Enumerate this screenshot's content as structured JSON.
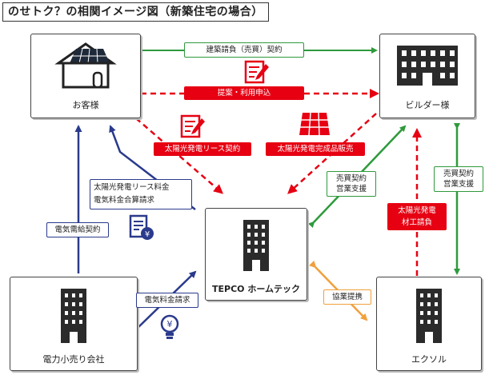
{
  "title": "のせトク？の相関イメージ図（新築住宅の場合）",
  "nodes": {
    "customer": "お客様",
    "builder": "ビルダー様",
    "tepco": "TEPCO ホームテック",
    "retailer": "電力小売り会社",
    "ekusoru": "エクソル"
  },
  "labels": {
    "construction_contract": "建築請負（売買）契約",
    "proposal": "提案・利用申込",
    "lease_contract": "太陽光発電リース契約",
    "finished_sales": "太陽光発電完成品販売",
    "lease_fee_line1": "太陽光発電リース料金",
    "lease_fee_line2": "電気料金合算請求",
    "power_supply": "電気需給契約",
    "sales_support_line1": "売買契約",
    "sales_support_line2": "営業支援",
    "material_line1": "太陽光発電",
    "material_line2": "材工請負",
    "sales_support2_line1": "売買契約",
    "sales_support2_line2": "営業支援",
    "electricity_bill": "電気料金請求",
    "cooperation": "協業提携"
  },
  "icons": {
    "house": "house-solar-icon",
    "building": "office-building-icon",
    "document_pen": "contract-pen-icon",
    "solar_panel": "solar-panel-icon",
    "invoice_yen": "invoice-yen-icon",
    "bulb_yen": "lightbulb-yen-icon"
  },
  "colors": {
    "green": "#2e9a3c",
    "red": "#e60012",
    "navy": "#2a3a8c",
    "orange": "#f0a03c"
  }
}
